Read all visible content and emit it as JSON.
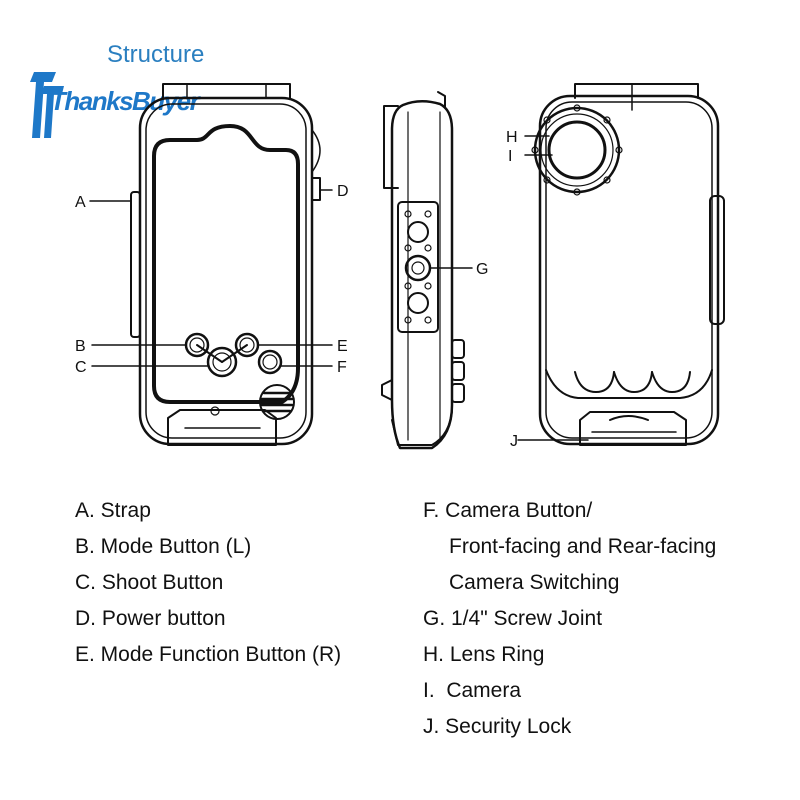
{
  "title": "Structure",
  "logo": {
    "text": "ThanksBuyer",
    "color": "#1e78c8"
  },
  "title_color": "#2a7fc0",
  "callouts": {
    "A": "A",
    "B": "B",
    "C": "C",
    "D": "D",
    "E": "E",
    "F": "F",
    "G": "G",
    "H": "H",
    "I": "I",
    "J": "J"
  },
  "legend_left": [
    "A. Strap",
    "B. Mode Button (L)",
    "C. Shoot Button",
    "D. Power button",
    "E. Mode Function Button (R)"
  ],
  "legend_right": [
    "F. Camera Button/",
    "Front-facing and Rear-facing",
    "Camera Switching",
    "G. 1/4\" Screw Joint",
    "H. Lens Ring",
    "I.  Camera",
    "J. Security Lock"
  ]
}
